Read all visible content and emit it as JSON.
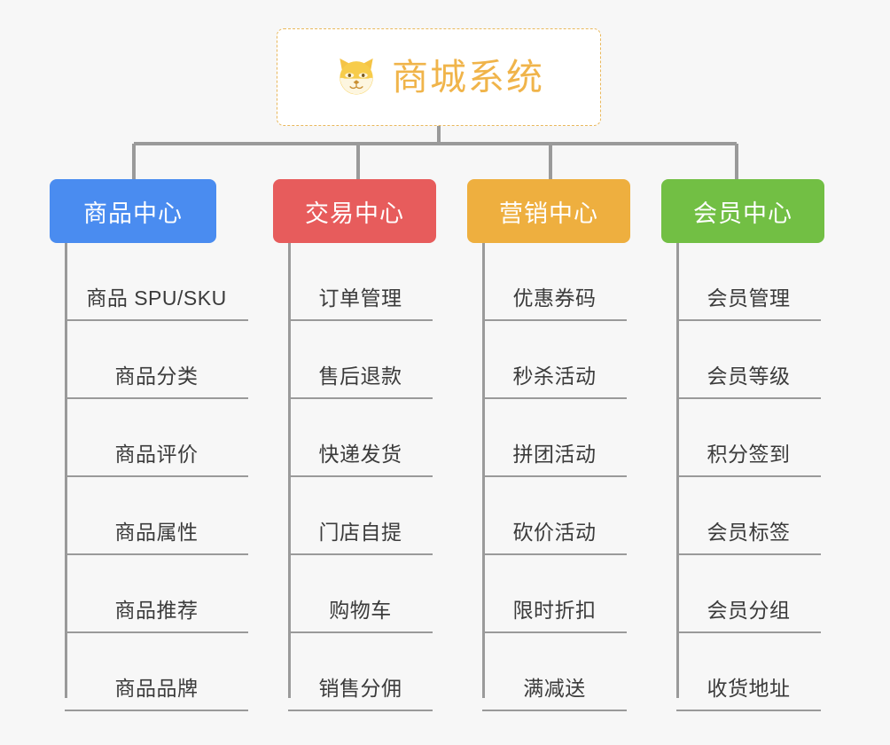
{
  "root": {
    "title": "商城系统",
    "icon": "shiba-dog-icon",
    "border_color": "#e9b85c",
    "text_color": "#f0b44a",
    "background": "#ffffff"
  },
  "theme": {
    "page_background": "#f7f7f7",
    "connector_color": "#9a9a9a",
    "item_text_color": "#3b3b3b",
    "item_rule_color": "#9a9a9a"
  },
  "columns": [
    {
      "header": "商品中心",
      "color": "#4a8cf0",
      "items": [
        "商品 SPU/SKU",
        "商品分类",
        "商品评价",
        "商品属性",
        "商品推荐",
        "商品品牌"
      ]
    },
    {
      "header": "交易中心",
      "color": "#e75c5c",
      "items": [
        "订单管理",
        "售后退款",
        "快递发货",
        "门店自提",
        "购物车",
        "销售分佣"
      ]
    },
    {
      "header": "营销中心",
      "color": "#eeaf3f",
      "items": [
        "优惠券码",
        "秒杀活动",
        "拼团活动",
        "砍价活动",
        "限时折扣",
        "满减送"
      ]
    },
    {
      "header": "会员中心",
      "color": "#72bf44",
      "items": [
        "会员管理",
        "会员等级",
        "积分签到",
        "会员标签",
        "会员分组",
        "收货地址"
      ]
    }
  ]
}
